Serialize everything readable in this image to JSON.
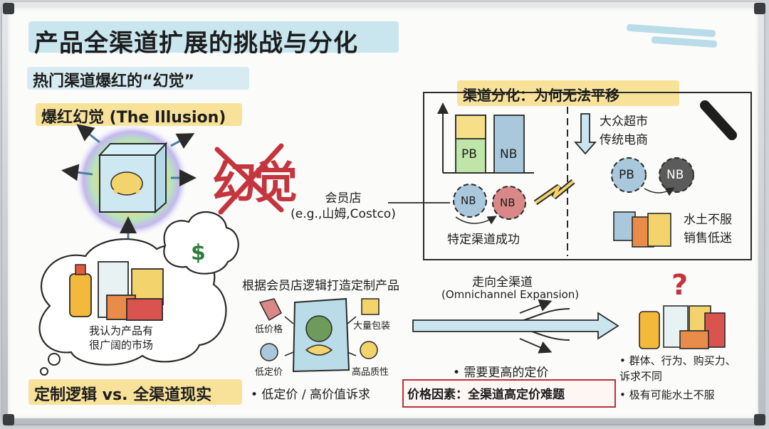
{
  "title": "产品全渠道扩展的挑战与分化",
  "subtitle": "热门渠道爆红的“幻觉”",
  "illusion": {
    "heading": "爆红幻觉 (The Illusion)",
    "stamp_text": "幻觉",
    "cloud_text": "我认为产品有\n很广阔的市场",
    "dollar": "$"
  },
  "member_store": {
    "label": "会员店\n(e.g.,山姆,Costco)"
  },
  "channel_split": {
    "heading": "渠道分化：为何无法平移",
    "bar_left": "PB",
    "bar_right": "NB",
    "gear_nb1": "NB",
    "gear_nb2": "NB",
    "success_caption": "特定渠道成功",
    "channels_text": "大众超市\n传统电商",
    "gear_pb": "PB",
    "gear_nb3": "NB",
    "fail_caption": "水土不服\n销售低迷"
  },
  "custom": {
    "caption": "根据会员店逻辑打造定制产品",
    "low_price_label": "低价格",
    "bulk_label": "大量包装",
    "low_pricing_label": "低定价",
    "quality_label": "高品质性",
    "bullet": "• 低定价 / 高价值诉求",
    "bottom_heading": "定制逻辑 vs. 全渠道现实"
  },
  "omni": {
    "label": "走向全渠道",
    "label_en": "(Omnichannel Expansion)",
    "bullet": "• 需要更高的定价",
    "price_box": "价格因素：全渠道高定价难题",
    "question": "?",
    "bullet1": "• 群体、行为、购买力、\n  诉求不同",
    "bullet2": "• 极有可能水土不服"
  },
  "colors": {
    "title_highlight": "#c9e6ef",
    "yellow_highlight": "#f8e29a",
    "red_accent": "#b8323b",
    "gear_blue": "#a9c8dc",
    "gear_red": "#d98787",
    "gear_dark": "#5b5b5b"
  }
}
